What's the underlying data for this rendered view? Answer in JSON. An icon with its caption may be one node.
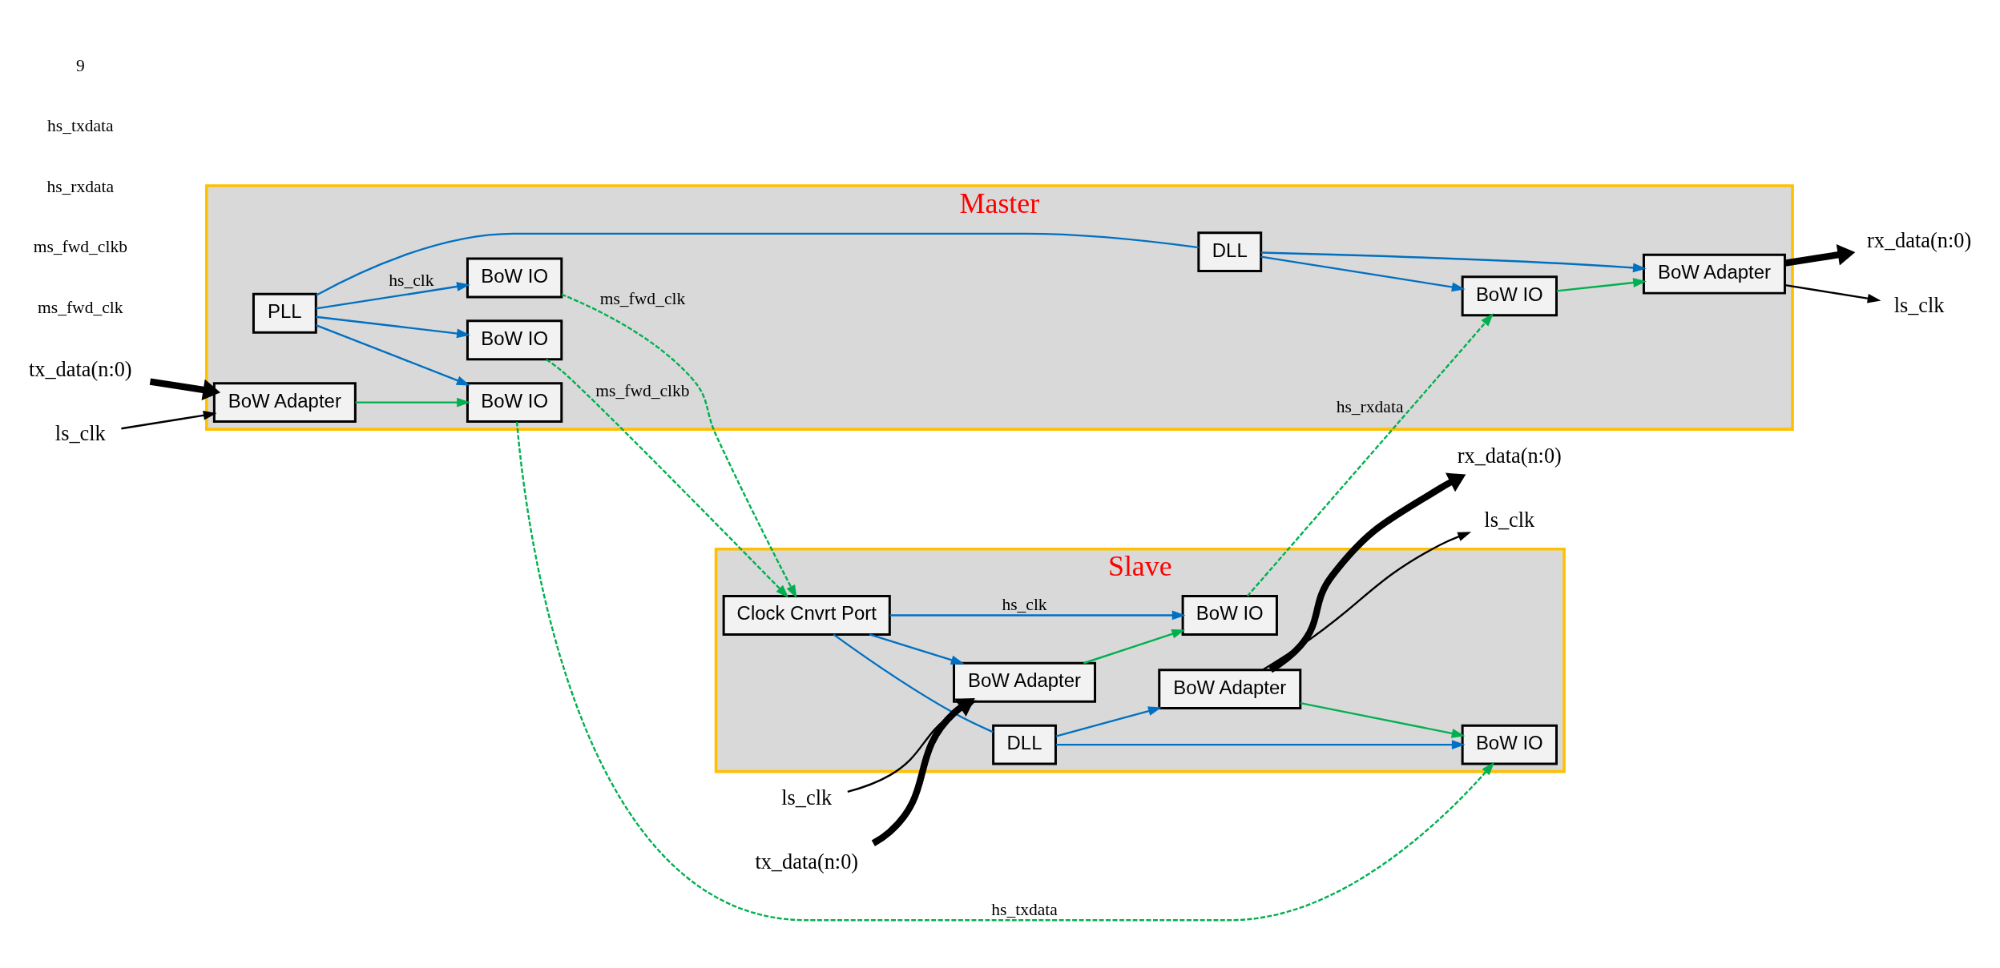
{
  "diagram": {
    "nodes": [
      {
        "text": [
          "Master"
        ]
      },
      {
        "text": [
          "PLL"
        ],
        "in": 0
      },
      {
        "text": [
          "BoW IO"
        ],
        "in": 0
      },
      {
        "text": [
          "BoW IO"
        ],
        "in": 0
      },
      {
        "text": [
          "BoW Adapter"
        ],
        "in": 0
      },
      {
        "text": [
          "BoW IO"
        ],
        "in": 0
      },
      {
        "text": [
          "DLL"
        ],
        "in": 0
      },
      {
        "text": [
          "BoW Adapter"
        ],
        "in": 0
      },
      {
        "text": [
          "BoW IO"
        ],
        "in": 0
      },
      {
        "text": [
          "Slave"
        ]
      },
      {
        "text": [
          "Clock Cnvrt Port"
        ],
        "in": 9
      },
      {
        "text": [
          "BoW IO"
        ],
        "in": 9
      },
      {
        "text": [
          "BoW Adapter"
        ],
        "in": 9
      },
      {
        "text": [
          "BoW IO"
        ],
        "in": 9
      },
      {
        "text": [
          "BoW Adapter"
        ],
        "in": 9
      },
      {
        "text": [
          "DLL"
        ],
        "in": 9
      },
      {
        "text": [
          "rx_data(n:0)"
        ]
      },
      {
        "text": [
          "ls_clk"
        ]
      },
      {
        "text": [
          "tx_data(n:0)"
        ]
      },
      {
        "text": [
          "ls_clk"
        ]
      },
      {
        "text": [
          "tx_data(n:0)"
        ]
      },
      {
        "text": [
          "ls_clk"
        ]
      },
      {
        "text": [
          "rx_data(n:0)"
        ]
      },
      {
        "text": [
          "ls_clk"
        ]
      }
    ],
    "edges": [
      {
        "from": 1,
        "to": 2,
        "arrow": "to",
        "label": "hs_clk"
      },
      {
        "from": 1,
        "to": 3,
        "arrow": "to"
      },
      {
        "from": 1,
        "to": 6,
        "arrow": "none"
      },
      {
        "from": 6,
        "to": 5,
        "arrow": "to"
      },
      {
        "from": 6,
        "to": 4,
        "arrow": "to"
      },
      {
        "from": 1,
        "to": 8,
        "arrow": "to"
      },
      {
        "from": 2,
        "to": 10,
        "arrow": "to",
        "label": "ms_fwd_clk",
        "style": "dashed",
        "color": "#00b050"
      },
      {
        "from": 3,
        "to": 10,
        "arrow": "to",
        "label": "ms_fwd_clkb",
        "style": "dashed",
        "color": "#00b050"
      },
      {
        "from": 11,
        "to": 5,
        "arrow": "to",
        "label": "hs_rxdata",
        "style": "dashed",
        "color": "#00b050"
      },
      {
        "from": 8,
        "to": 13,
        "arrow": "to",
        "label": "hs_txdata",
        "style": "dashed",
        "color": "#00b050"
      },
      {
        "from": 5,
        "to": 4,
        "arrow": "to",
        "color": "#00b050"
      },
      {
        "from": 12,
        "to": 11,
        "arrow": "to",
        "color": "#00b050"
      },
      {
        "from": 7,
        "to": 8,
        "arrow": "to",
        "color": "#00b050"
      },
      {
        "from": 14,
        "to": 13,
        "arrow": "to",
        "color": "#00b050"
      },
      {
        "from": 10,
        "to": 11,
        "arrow": "to",
        "label": "hs_clk"
      },
      {
        "from": 10,
        "to": 12,
        "arrow": "to"
      },
      {
        "from": 10,
        "to": 15,
        "arrow": "none"
      },
      {
        "from": 15,
        "to": 13,
        "arrow": "to"
      },
      {
        "from": 15,
        "to": 14,
        "arrow": "to"
      },
      {
        "from": 4,
        "to": 16,
        "arrow": "to",
        "style": "thick",
        "color": "#000000"
      },
      {
        "from": 4,
        "to": 17,
        "arrow": "to",
        "color": "#000000"
      },
      {
        "from": 18,
        "to": 7,
        "arrow": "to",
        "style": "thick",
        "color": "#000000"
      },
      {
        "from": 19,
        "to": 7,
        "arrow": "to",
        "color": "#000000"
      },
      {
        "from": 20,
        "to": 12,
        "arrow": "to",
        "style": "thick",
        "color": "#000000"
      },
      {
        "from": 21,
        "to": 12,
        "arrow": "to",
        "color": "#000000"
      },
      {
        "from": 14,
        "to": 22,
        "arrow": "to",
        "style": "thick",
        "color": "#000000"
      },
      {
        "from": 14,
        "to": 23,
        "arrow": "to",
        "color": "#000000"
      }
    ],
    "labels": [
      "ms_fwd_clk",
      "ms_fwd_clkb",
      "hs_rxdata",
      "hs_txdata",
      "9"
    ]
  }
}
